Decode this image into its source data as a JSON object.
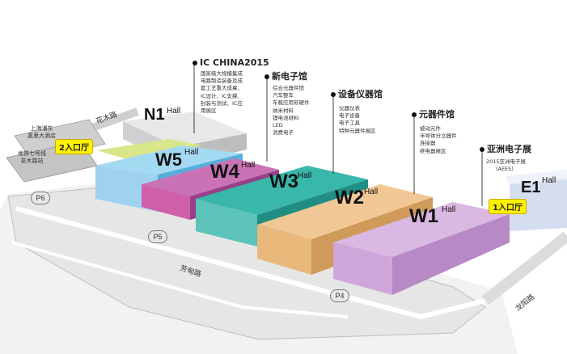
{
  "halls": {
    "N1": {
      "name": "N1",
      "suffix": "Hall"
    },
    "W5": {
      "name": "W5",
      "suffix": "Hall"
    },
    "W4": {
      "name": "W4",
      "suffix": "Hall"
    },
    "W3": {
      "name": "W3",
      "suffix": "Hall"
    },
    "W2": {
      "name": "W2",
      "suffix": "Hall"
    },
    "W1": {
      "name": "W1",
      "suffix": "Hall"
    },
    "E1": {
      "name": "E1",
      "suffix": "Hall"
    }
  },
  "labels": {
    "ic_china": {
      "title": "IC CHINA2015",
      "lines": [
        "国家级大规模集成",
        "电路制造装备及成",
        "套工艺重大成果、",
        "IC设计、IC支撑、",
        "封装与测试、IC应",
        "用展区"
      ]
    },
    "new_electronics": {
      "title": "新电子馆",
      "lines": [
        "综合元器件馆",
        "汽车整车",
        "车载应用软硬件",
        "纳米材料",
        "锂电池材料",
        "LED",
        "消费电子"
      ]
    },
    "equipment": {
      "title": "设备仪器馆",
      "lines": [
        "仪器仪表",
        "电子设备",
        "电子工具",
        "特种元器件展区"
      ]
    },
    "components": {
      "title": "元器件馆",
      "lines": [
        "被动元件",
        "半导体分立器件",
        "连接器",
        "继电器展区"
      ]
    },
    "asia_expo": {
      "title": "亚洲电子展",
      "lines": [
        "2015亚洲电子展",
        "（AEES）"
      ]
    }
  },
  "entrances": {
    "e1": "1入口厅",
    "e2": "2入口厅"
  },
  "landmarks": {
    "hotel": [
      "上海浦东",
      "嘉里大酒店"
    ],
    "metro": [
      "地铁七号线",
      "花木路站"
    ]
  },
  "roads": {
    "huamu": "花木路",
    "fangdian": "芳甸路",
    "longyang": "龙阳路"
  },
  "parking": {
    "p4": "P4",
    "p5": "P5",
    "p6": "P6"
  },
  "colors": {
    "W5": "#7ec8ea",
    "W4": "#b84fa2",
    "W3": "#2aa59a",
    "W2": "#e8b77d",
    "W1": "#caa2d6",
    "N1": "#d8d8d8",
    "E1": "#c5d3ea",
    "W5_extra": "#d9e68a"
  }
}
